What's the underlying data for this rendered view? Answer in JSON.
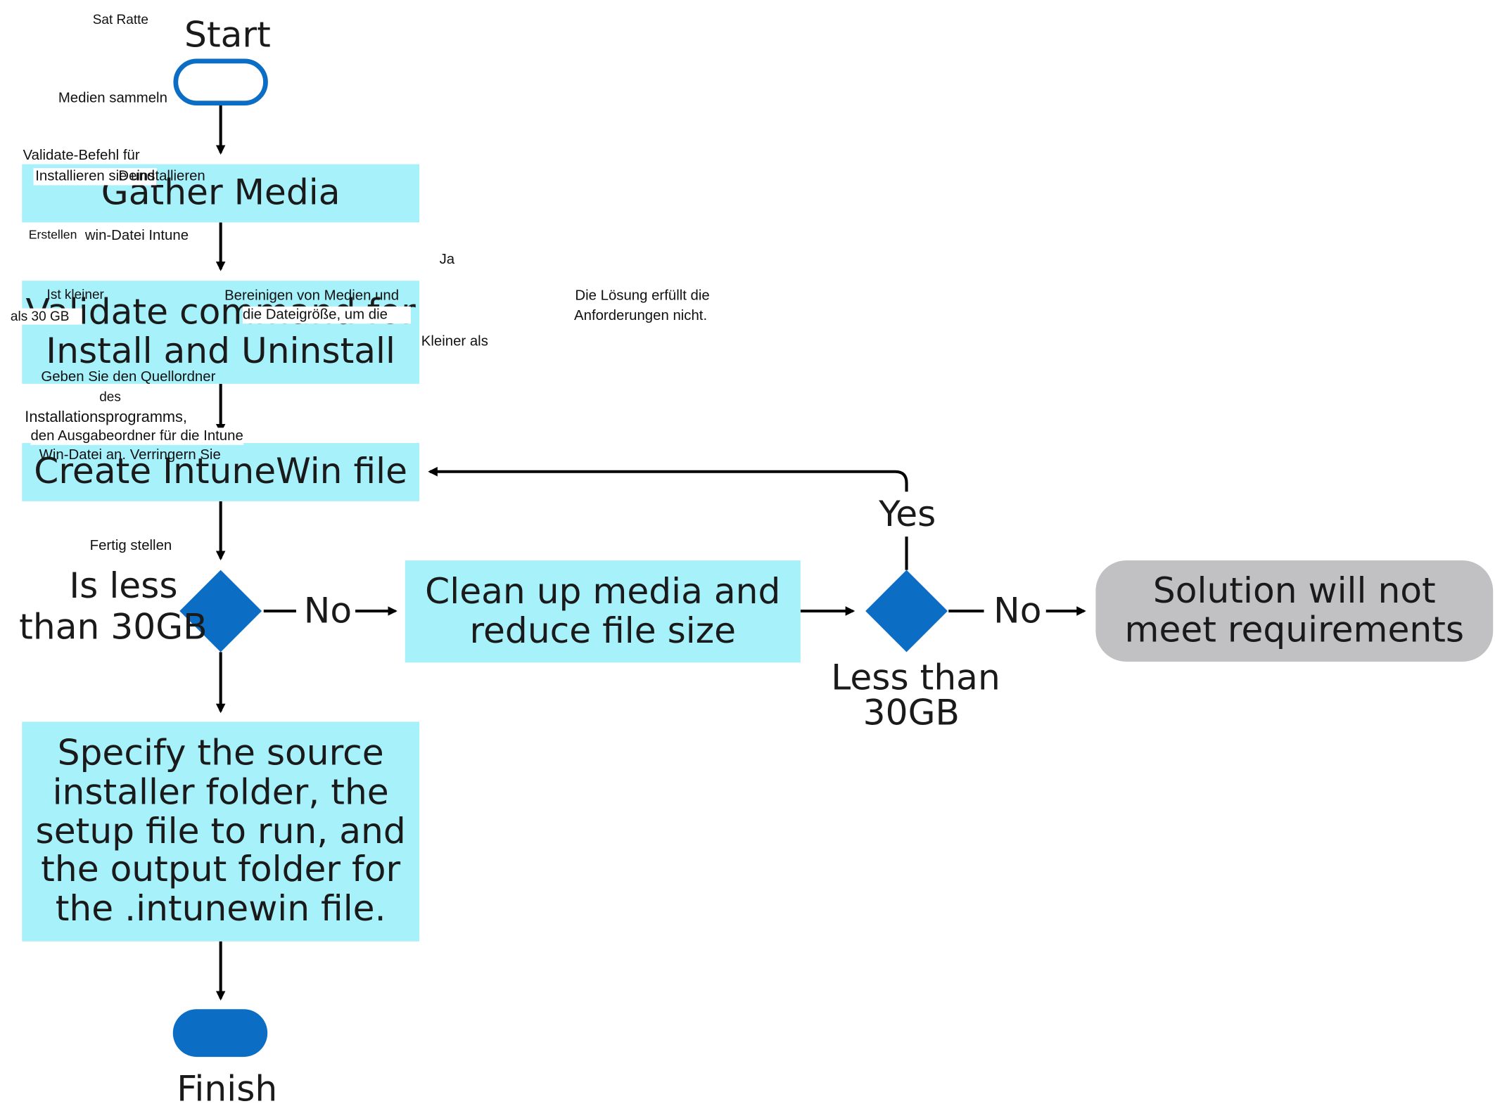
{
  "colors": {
    "process_fill": "#a7f1fb",
    "decision_fill": "#0b6ec4",
    "terminal_stroke": "#0b6ec4",
    "terminal_fill": "#0b6ec4",
    "outcome_fill": "#c1c1c3",
    "line": "#000000"
  },
  "nodes": {
    "start": {
      "label": "Start"
    },
    "gather": {
      "label": "Gather Media"
    },
    "validate": {
      "line1": "Validate command for",
      "line2": "Install and Uninstall"
    },
    "create": {
      "label": "Create IntuneWin file"
    },
    "decision1": {
      "line1": "Is less",
      "line2": "than 30GB"
    },
    "cleanup": {
      "line1": "Clean up media and",
      "line2": "reduce file size"
    },
    "decision2": {
      "line1": "Less than",
      "line2": "30GB"
    },
    "outcome": {
      "line1": "Solution will not",
      "line2": "meet requirements"
    },
    "specify": {
      "line1": "Specify the source",
      "line2": "installer folder, the",
      "line3": "setup file to run, and",
      "line4": "the output folder for",
      "line5": "the .intunewin file."
    },
    "finish": {
      "label": "Finish"
    }
  },
  "edges": {
    "no1": "No",
    "no2": "No",
    "yes": "Yes"
  },
  "overlay_labels": {
    "start": "Sat Ratte",
    "gather": "Medien sammeln",
    "validate_1": "Validate-Befehl für",
    "validate_2": "Installieren sie und",
    "validate_3": "Deinstallieren",
    "create_1": "Erstellen",
    "create_2": "win-Datei Intune",
    "yes": "Ja",
    "decision1_1": "Ist kleiner",
    "decision1_2": "als 30 GB",
    "cleanup_1": "Bereinigen von Medien und",
    "cleanup_2": "die Dateigröße, um die",
    "outcome_1": "Die Lösung erfüllt die",
    "outcome_2": "Anforderungen nicht.",
    "decision2": "Kleiner als",
    "specify_1": "Geben Sie den Quellordner",
    "specify_2": "des",
    "specify_3": "Installationsprogramms,",
    "specify_4": "den Ausgabeordner für die Intune",
    "specify_5": "Win-Datei an. Verringern Sie",
    "finish": "Fertig stellen"
  }
}
